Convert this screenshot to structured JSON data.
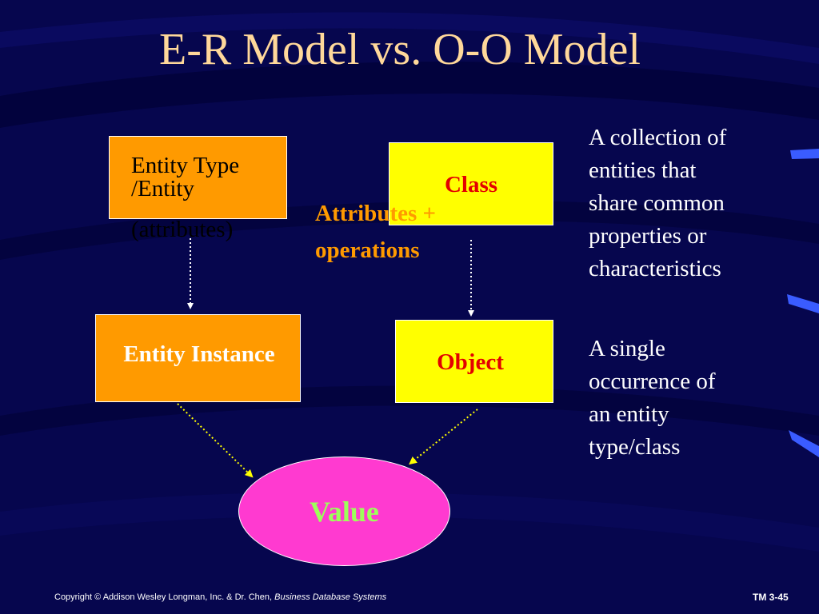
{
  "title": "E-R Model vs. O-O Model",
  "er": {
    "entity_type_line1": "Entity Type",
    "entity_type_line2": "/Entity",
    "attributes": "(attributes)",
    "entity_instance": "Entity Instance"
  },
  "oo": {
    "class": "Class",
    "attributes_line1": "Attributes +",
    "attributes_line2": "operations",
    "object": "Object"
  },
  "value": "Value",
  "notes": {
    "collection": [
      "A collection of",
      "entities that",
      "share common",
      "properties or",
      "characteristics"
    ],
    "single": [
      "A single",
      "occurrence of",
      "an entity",
      "type/class"
    ]
  },
  "footer": {
    "copyright_prefix": "Copyright ©  Addison Wesley Longman, Inc. & Dr. Chen, ",
    "book_title": "Business Database Systems",
    "slide_id": "TM 3-45"
  },
  "colors": {
    "background": "#06064e",
    "title": "#ffd89a",
    "orange_box": "#ff9a00",
    "yellow_box": "#ffff00",
    "value_ellipse": "#ff3ad0",
    "value_text": "#9dff5a",
    "red_text": "#e30000"
  }
}
